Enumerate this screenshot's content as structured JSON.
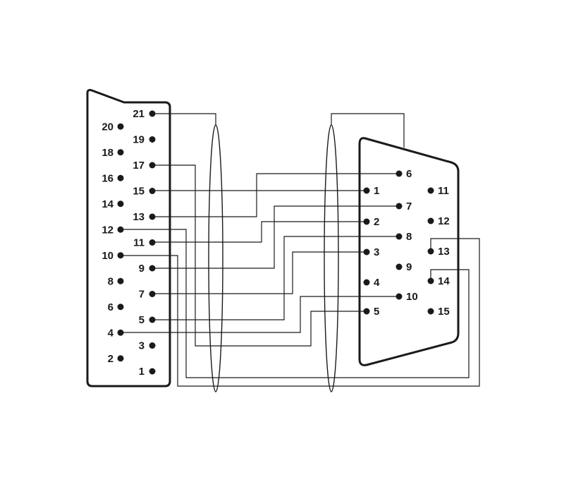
{
  "scart": {
    "pins": [
      {
        "label": "21"
      },
      {
        "label": "20"
      },
      {
        "label": "19"
      },
      {
        "label": "18"
      },
      {
        "label": "17"
      },
      {
        "label": "16"
      },
      {
        "label": "15"
      },
      {
        "label": "14"
      },
      {
        "label": "13"
      },
      {
        "label": "12"
      },
      {
        "label": "11"
      },
      {
        "label": "10"
      },
      {
        "label": "9"
      },
      {
        "label": "8"
      },
      {
        "label": "7"
      },
      {
        "label": "6"
      },
      {
        "label": "5"
      },
      {
        "label": "4"
      },
      {
        "label": "3"
      },
      {
        "label": "2"
      },
      {
        "label": "1"
      }
    ]
  },
  "vga": {
    "pins": [
      {
        "label": "1"
      },
      {
        "label": "2"
      },
      {
        "label": "3"
      },
      {
        "label": "4"
      },
      {
        "label": "5"
      },
      {
        "label": "6"
      },
      {
        "label": "7"
      },
      {
        "label": "8"
      },
      {
        "label": "9"
      },
      {
        "label": "10"
      },
      {
        "label": "11"
      },
      {
        "label": "12"
      },
      {
        "label": "13"
      },
      {
        "label": "14"
      },
      {
        "label": "15"
      }
    ]
  },
  "connections": [
    {
      "from": "scart-21",
      "to": "vga-shield"
    },
    {
      "from": "scart-17",
      "to": "vga-5"
    },
    {
      "from": "scart-15",
      "to": "vga-1"
    },
    {
      "from": "scart-13",
      "to": "vga-6"
    },
    {
      "from": "scart-12",
      "to": "vga-14"
    },
    {
      "from": "scart-11",
      "to": "vga-2"
    },
    {
      "from": "scart-10",
      "to": "vga-13"
    },
    {
      "from": "scart-9",
      "to": "vga-7"
    },
    {
      "from": "scart-7",
      "to": "vga-3"
    },
    {
      "from": "scart-5",
      "to": "vga-8"
    },
    {
      "from": "scart-4",
      "to": "vga-10"
    }
  ]
}
